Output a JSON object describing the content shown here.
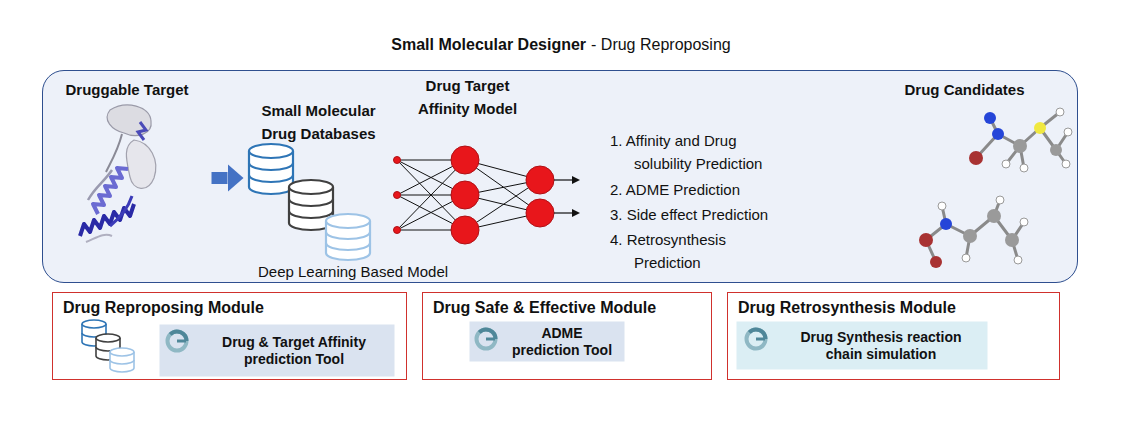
{
  "diagram": {
    "title": "Small Molecular Designer",
    "nodes": [
      {
        "text": []
      },
      {
        "text": [
          "Druggable Target"
        ],
        "in": 0
      },
      {
        "text": [
          "Small Molecular Drug Databases"
        ],
        "in": 0
      },
      {
        "text": [
          "Drug Target Affinity Model"
        ],
        "in": 0
      },
      {
        "text": [
          "Drug Candidates"
        ],
        "in": 0
      },
      {
        "text": [
          "Drug Reproposing Module"
        ]
      },
      {
        "text": [
          "Drug & Target Affinity prediction Tool"
        ],
        "in": 5
      },
      {
        "text": [
          "Drug Safe & Effective Module"
        ]
      },
      {
        "text": [
          "ADME prediction Tool"
        ],
        "in": 7
      },
      {
        "text": [
          "Drug Retrosynthesis Module"
        ]
      },
      {
        "text": [
          "Drug Synthesis reaction chain simulation"
        ],
        "in": 9
      }
    ],
    "edges": [
      {
        "from": 1,
        "to": 2,
        "arrow": "to"
      }
    ],
    "labels": [
      "- Drug Reproposing",
      "Deep Learning Based Model",
      "1. Affinity and Drug solubility Prediction",
      "2. ADME Prediction",
      "3. Side effect Prediction",
      "4. Retrosynthesis Prediction"
    ]
  }
}
